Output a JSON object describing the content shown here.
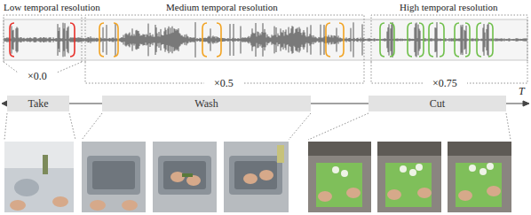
{
  "diagram": {
    "nodes": [
      {
        "text": [
          "Take"
        ]
      },
      {
        "text": [
          "Wash"
        ]
      },
      {
        "text": [
          "Cut"
        ]
      }
    ],
    "edges": [
      {
        "from": 0,
        "to": 1,
        "arrow": "none"
      },
      {
        "from": 1,
        "to": 2,
        "arrow": "none"
      }
    ],
    "labels": [
      "Low temporal resolution",
      "Medium temporal resolution",
      "High temporal resolution",
      "×0.0",
      "×0.5",
      "×0.75",
      "T"
    ]
  }
}
